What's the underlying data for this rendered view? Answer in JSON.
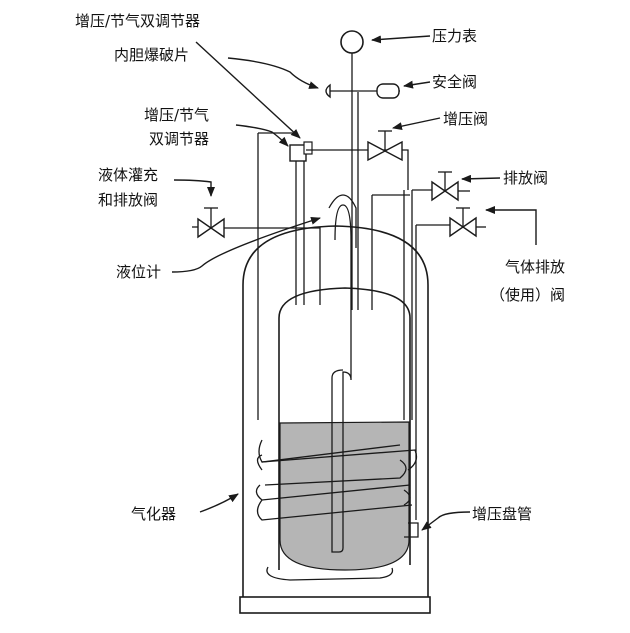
{
  "colors": {
    "line": "#1a1a1a",
    "liquid": "#b5b5b5",
    "background": "#ffffff"
  },
  "labels": {
    "regulator_top": "增压/节气双调节器",
    "burst_disc": "内胆爆破片",
    "regulator_mid_line1": "增压/节气",
    "regulator_mid_line2": "双调节器",
    "fill_line1": "液体灌充",
    "fill_line2": "和排放阀",
    "level_gauge": "液位计",
    "vaporizer": "气化器",
    "pressure_gauge": "压力表",
    "safety_valve": "安全阀",
    "boost_valve": "增压阀",
    "vent_valve": "排放阀",
    "gas_use_line1": "气体排放",
    "gas_use_line2": "（使用）阀",
    "boost_coil": "增压盘管"
  }
}
